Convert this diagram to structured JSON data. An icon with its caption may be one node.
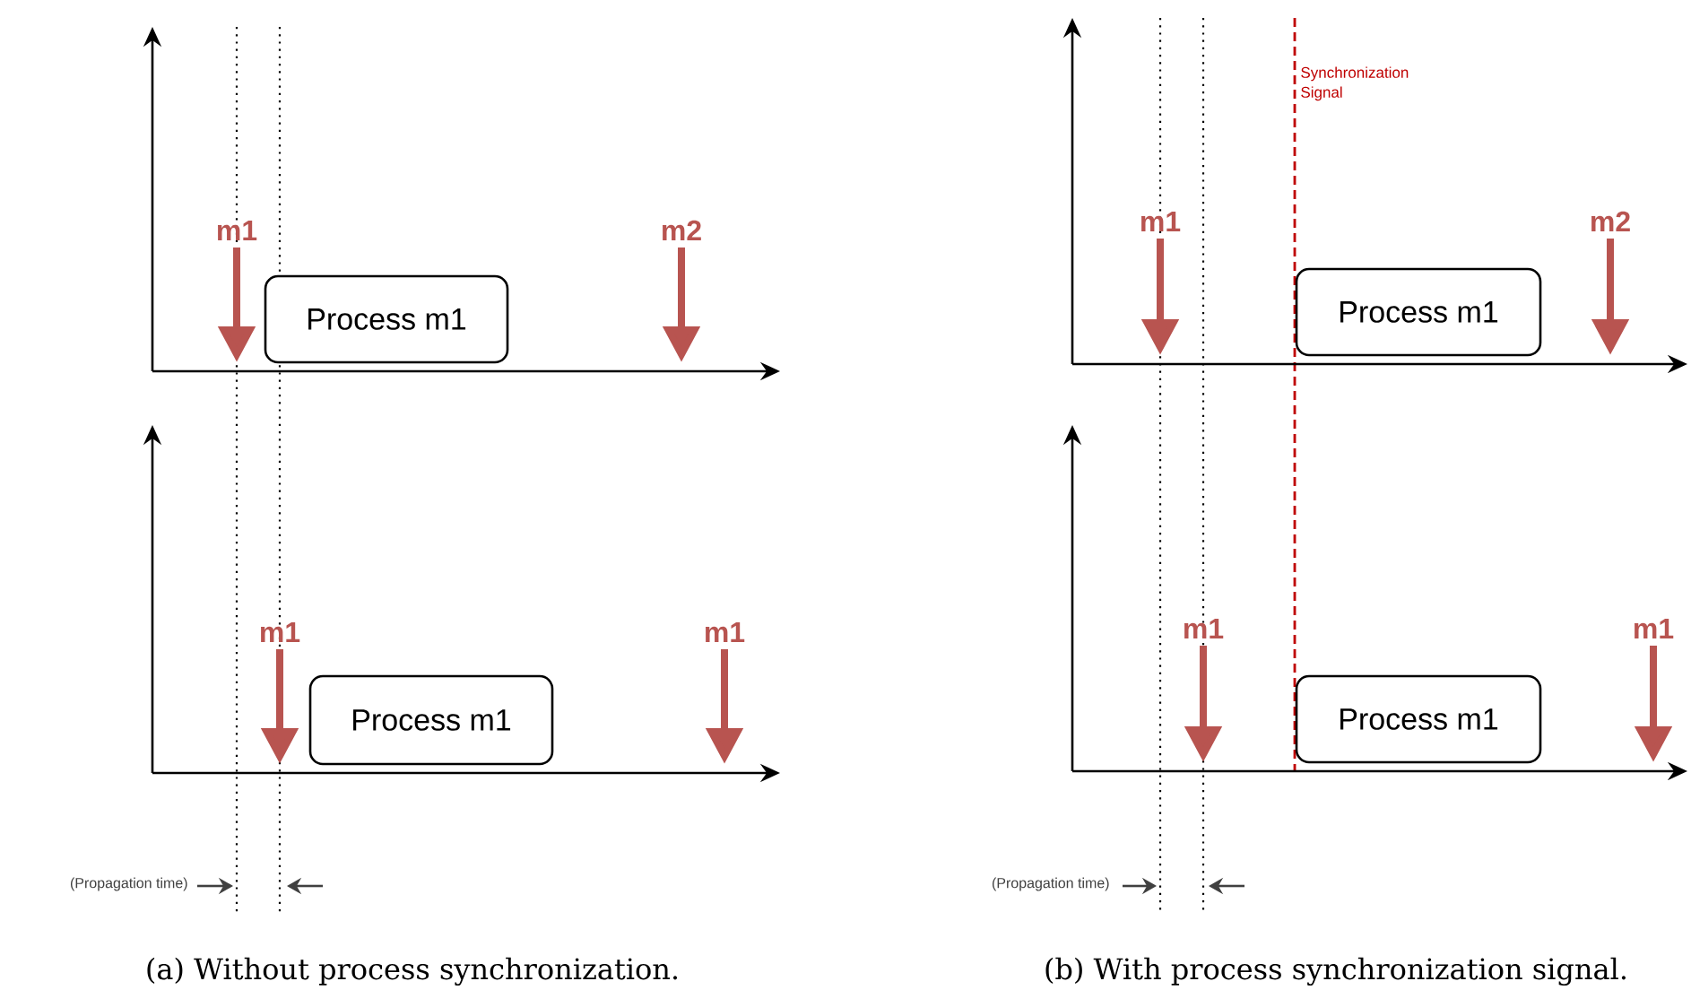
{
  "diagram": {
    "nodes": [
      {
        "text": [
          "Process m1"
        ]
      },
      {
        "text": [
          "Process m1"
        ]
      },
      {
        "text": [
          "Process m1"
        ]
      },
      {
        "text": [
          "Process m1"
        ]
      }
    ],
    "labels": [
      "m1",
      "m2",
      "m1",
      "m1",
      "(Propagation time)",
      "(a) Without process synchronization.",
      "Synchronization Signal",
      "m1",
      "m2",
      "m1",
      "m1",
      "(Propagation time)",
      "(b) With process synchronization signal."
    ]
  }
}
